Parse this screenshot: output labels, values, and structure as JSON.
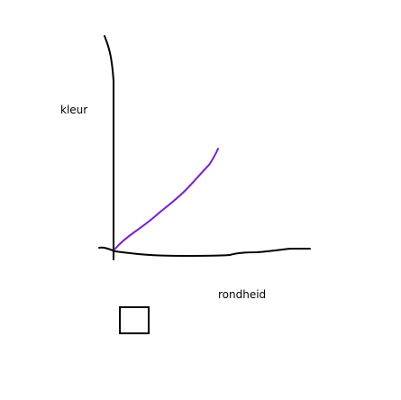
{
  "axes": {
    "y_label": "kleur",
    "x_label": "rondheid"
  },
  "colors": {
    "axis": "#000000",
    "line": "#7a1fd6",
    "box": "#000000"
  },
  "shapes": {
    "box": "square-outline"
  }
}
